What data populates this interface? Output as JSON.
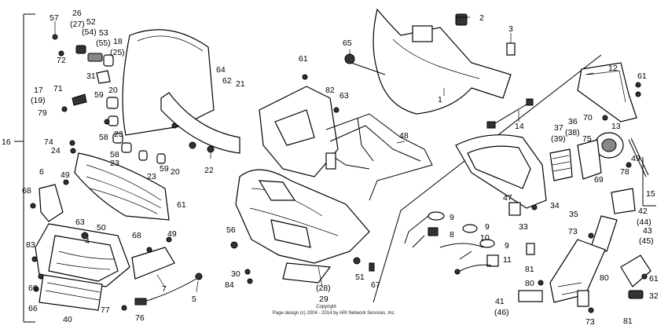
{
  "diagram": {
    "labels": [
      "57",
      "26",
      "(27)",
      "52",
      "(54)",
      "53",
      "(55)",
      "18",
      "(25)",
      "72",
      "31",
      "20",
      "17",
      "71",
      "(19)",
      "59",
      "79",
      "16",
      "58",
      "23",
      "74",
      "24",
      "6",
      "49",
      "68",
      "63",
      "50",
      "4",
      "83",
      "68",
      "49",
      "7",
      "61",
      "60",
      "66",
      "40",
      "77",
      "76",
      "5",
      "30",
      "84",
      "56",
      "22",
      "58",
      "23",
      "59",
      "20",
      "23",
      "64",
      "62",
      "21",
      "61",
      "82",
      "63",
      "65",
      "1",
      "2",
      "3",
      "48",
      "(28)",
      "29",
      "51",
      "67",
      "14",
      "12",
      "61",
      "70",
      "13",
      "36",
      "(38)",
      "37",
      "(39)",
      "75",
      "49",
      "69",
      "15",
      "78",
      "42",
      "(44)",
      "43",
      "(45)",
      "47",
      "34",
      "35",
      "33",
      "9",
      "8",
      "9",
      "10",
      "9",
      "11",
      "81",
      "73",
      "80",
      "80",
      "41",
      "(46)",
      "73",
      "61",
      "32",
      "81"
    ],
    "caption": {
      "line1": "Copyright",
      "line2": "Page design (c) 2004 - 2014 by ARI Network Services, Inc."
    }
  }
}
